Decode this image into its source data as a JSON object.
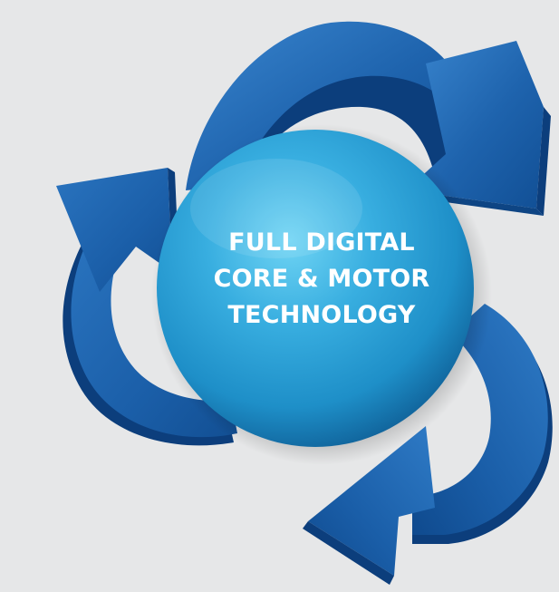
{
  "center": {
    "lines": [
      "FULL DIGITAL",
      "CORE & MOTOR",
      "TECHNOLOGY"
    ]
  },
  "colors": {
    "background": "#e6e7e8",
    "arrow_main": "#1e63ad",
    "arrow_light": "#3a86cf",
    "arrow_dark": "#0c3e7c",
    "sphere_highlight": "#55c6ee",
    "sphere_mid": "#1e8fc8",
    "sphere_dark": "#0a4f86",
    "text": "#ffffff"
  },
  "icons": {
    "arrows": [
      "top-arrow-icon",
      "right-arrow-icon",
      "left-arrow-icon"
    ],
    "sphere": "sphere-icon"
  }
}
